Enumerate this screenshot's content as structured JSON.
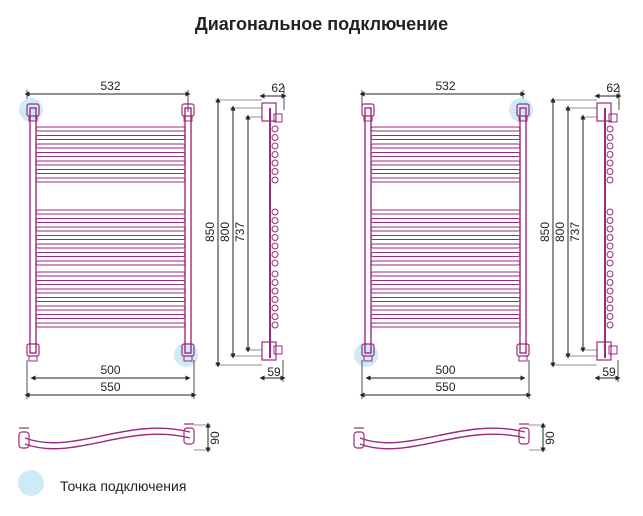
{
  "title": "Диагональное подключение",
  "legend": {
    "label": "Точка подключения",
    "color": "#cfeaf7"
  },
  "colors": {
    "rail": "#9c2a7d",
    "dim_line": "#222222",
    "connection_point": "#cfeaf7"
  },
  "diagrams": [
    {
      "connection": "top-left / bottom-right",
      "dims": {
        "top_width": "532",
        "side_depth": "62",
        "height_total": "850",
        "height_mid": "800",
        "height_inner": "737",
        "bottom_depth": "59",
        "bottom_inner": "500",
        "bottom_outer": "550",
        "profile_depth": "90"
      }
    },
    {
      "connection": "top-right / bottom-left",
      "dims": {
        "top_width": "532",
        "side_depth": "62",
        "height_total": "850",
        "height_mid": "800",
        "height_inner": "737",
        "bottom_depth": "59",
        "bottom_inner": "500",
        "bottom_outer": "550",
        "profile_depth": "90"
      }
    }
  ]
}
